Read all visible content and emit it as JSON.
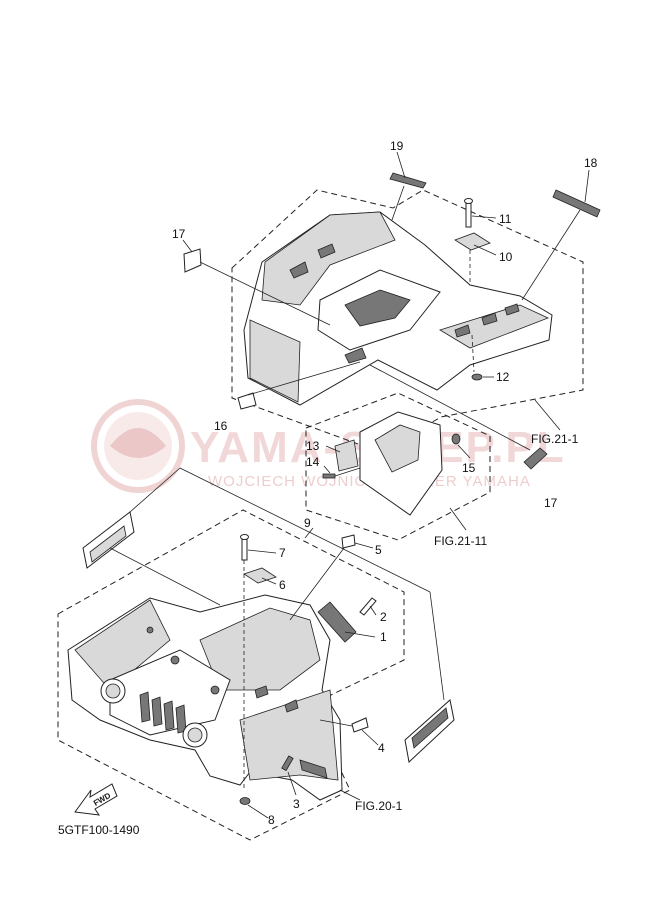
{
  "watermark": {
    "main": "YAMA-SKLEP.PL",
    "sub": "WOJCIECH WOJNICZ | DEALER YAMAHA"
  },
  "callouts": {
    "n1": "1",
    "n2": "2",
    "n3": "3",
    "n4": "4",
    "n5": "5",
    "n6": "6",
    "n7": "7",
    "n8": "8",
    "n9": "9",
    "n10": "10",
    "n11": "11",
    "n12": "12",
    "n13": "13",
    "n14": "14",
    "n15": "15",
    "n16": "16",
    "n17a": "17",
    "n17b": "17",
    "n18": "18",
    "n19": "19"
  },
  "figure_refs": {
    "fig21_1": "FIG.21-1",
    "fig21_11": "FIG.21-11",
    "fig20_1": "FIG.20-1"
  },
  "fwd_label": "FWD",
  "diagram_code": "5GTF100-1490",
  "colors": {
    "line": "#222222",
    "watermark": "#e6b8b8"
  }
}
